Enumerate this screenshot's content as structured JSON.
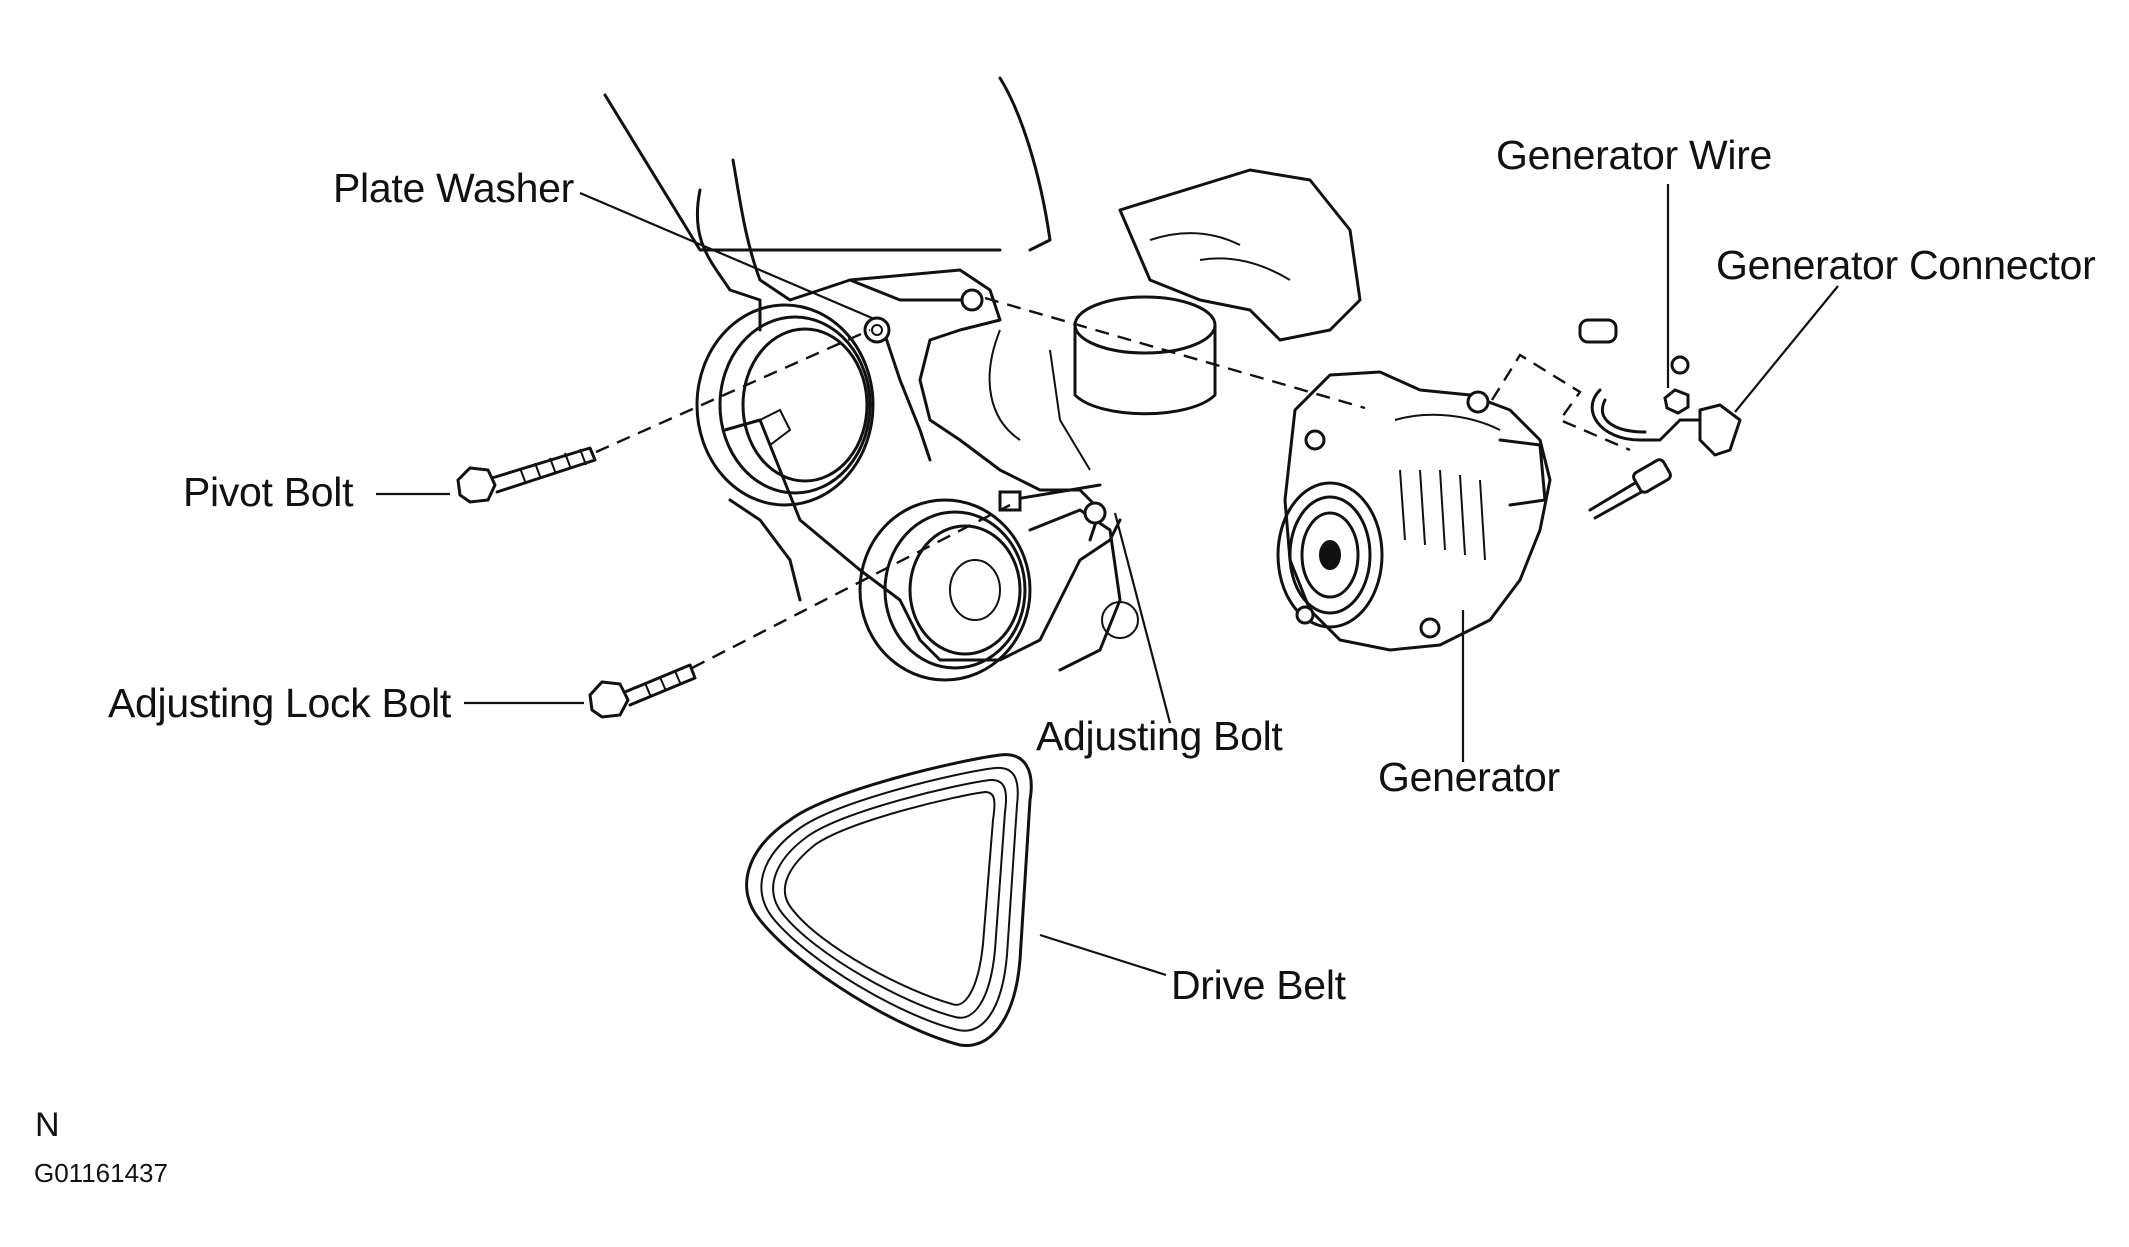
{
  "figure": {
    "labels": {
      "plate_washer": "Plate Washer",
      "pivot_bolt": "Pivot Bolt",
      "adjusting_lock_bolt": "Adjusting Lock Bolt",
      "adjusting_bolt": "Adjusting Bolt",
      "generator": "Generator",
      "generator_wire": "Generator Wire",
      "generator_connector": "Generator Connector",
      "drive_belt": "Drive Belt"
    },
    "corner_mark": "N",
    "figure_id": "G01161437"
  }
}
